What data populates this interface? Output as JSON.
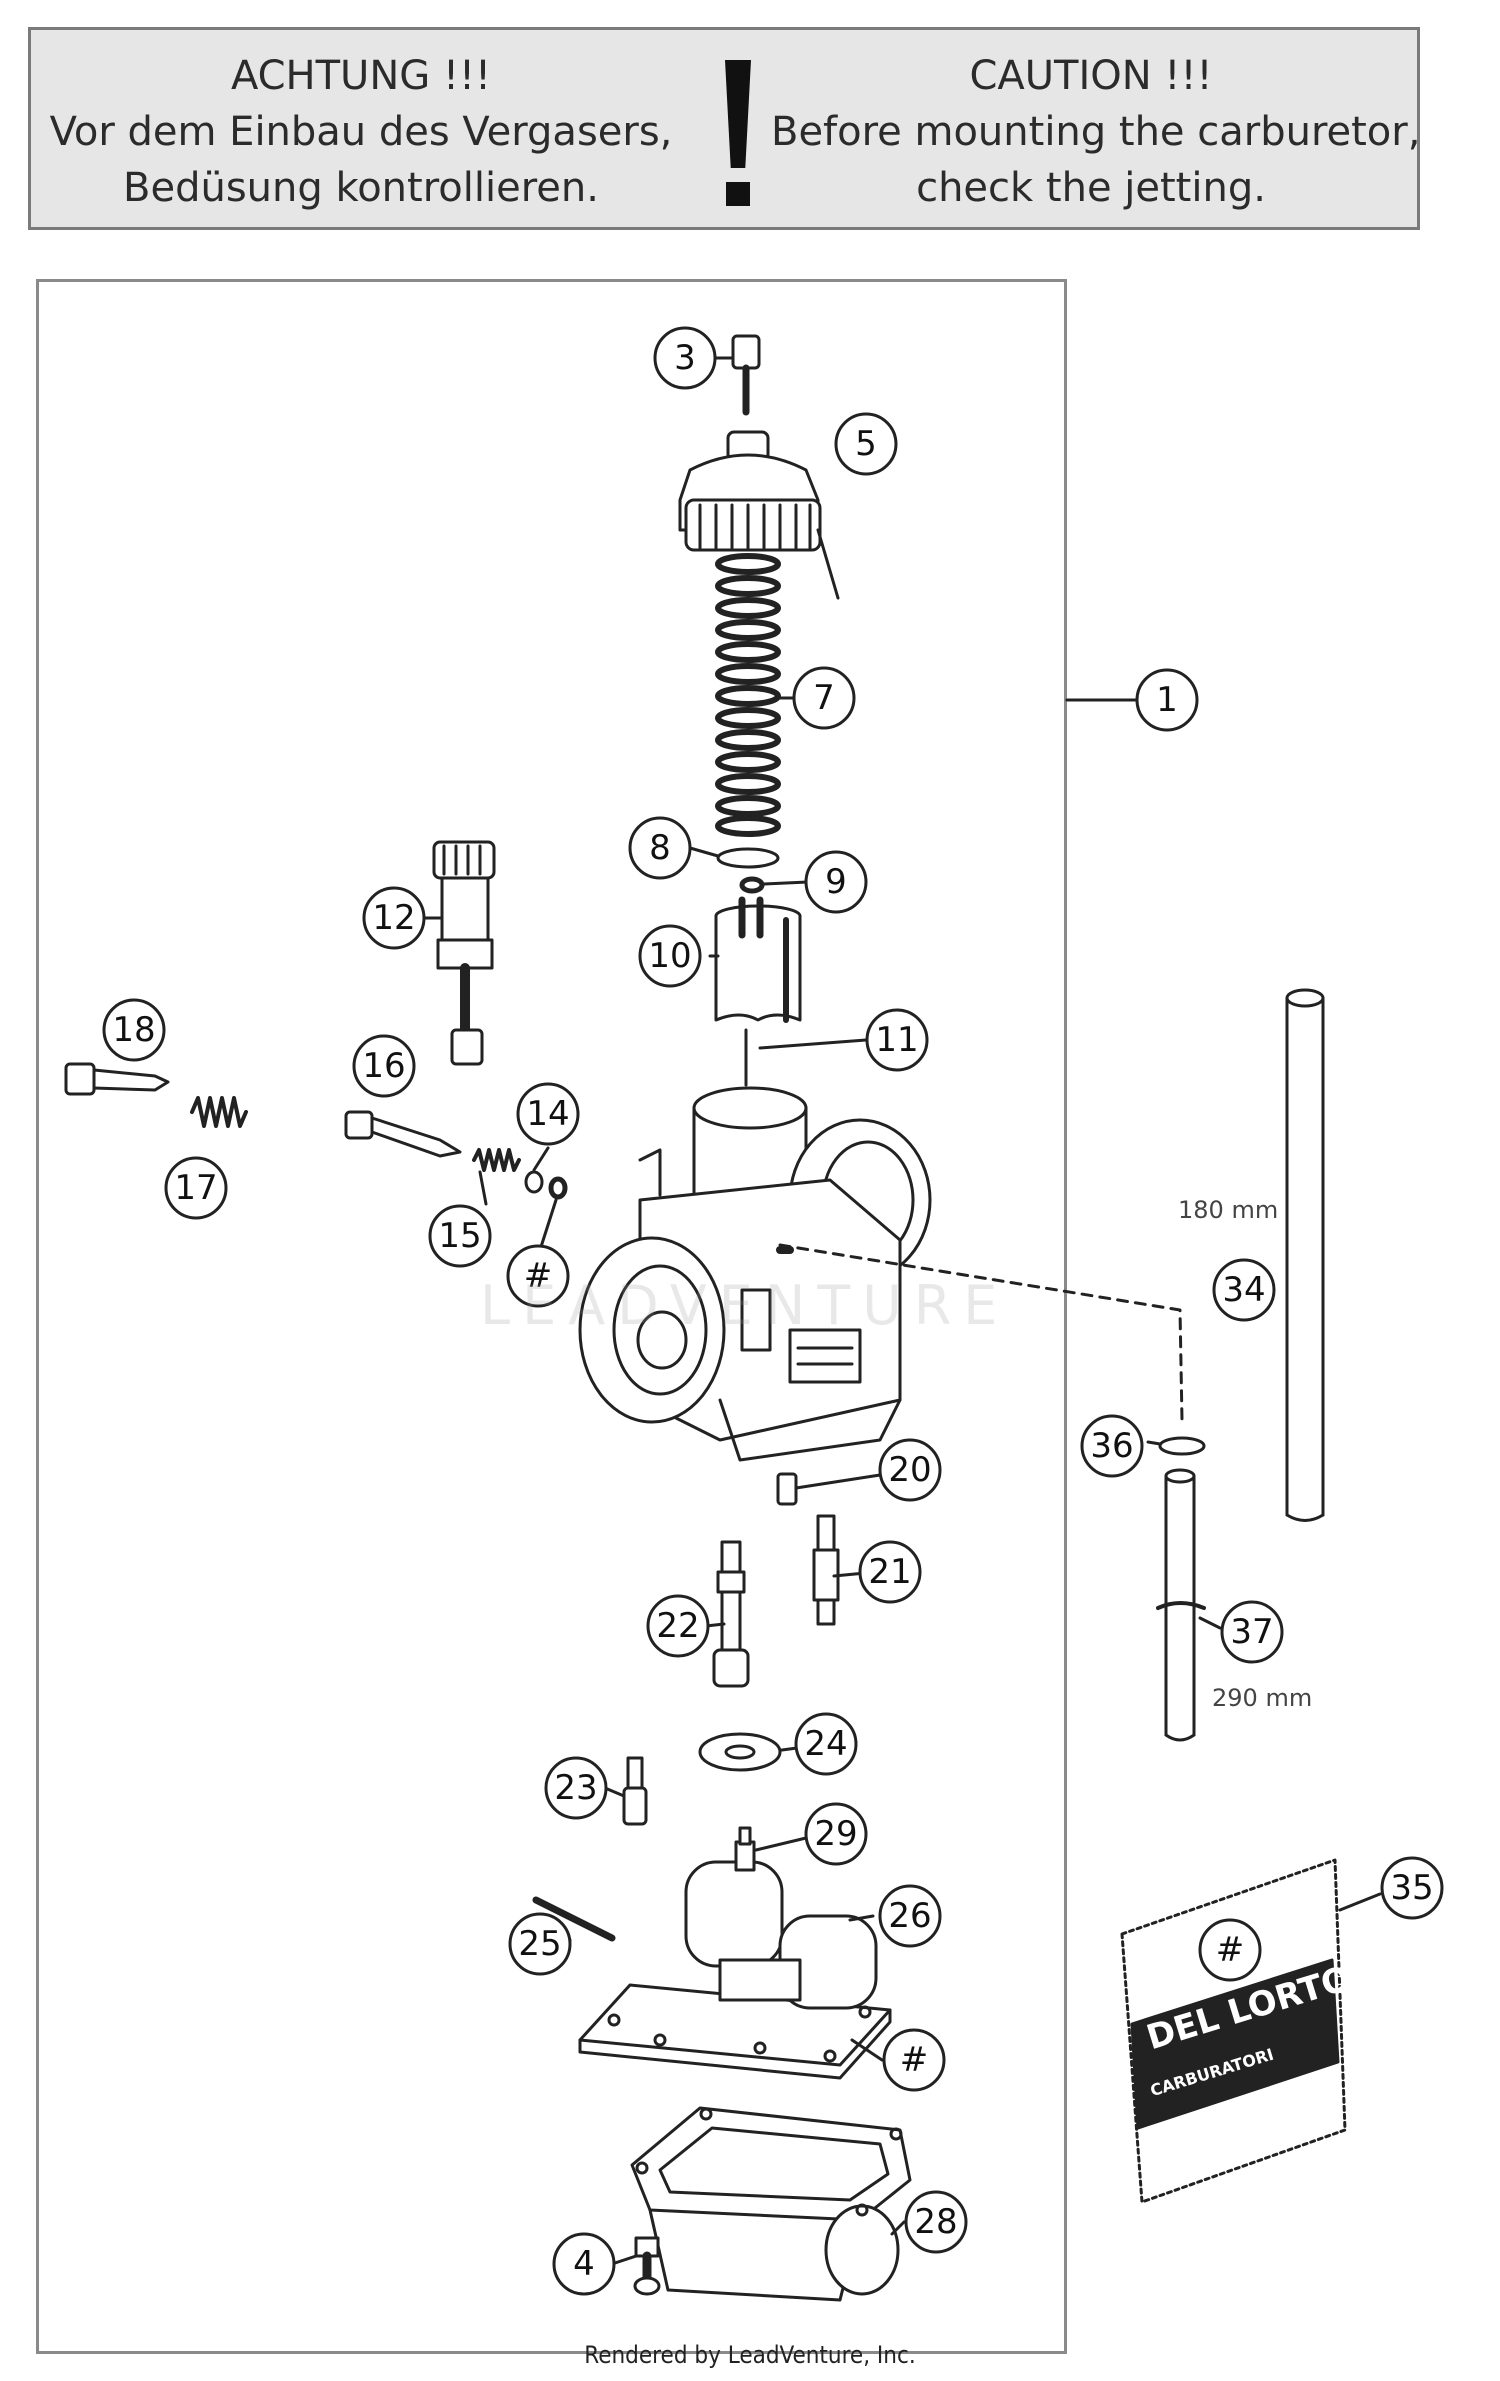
{
  "caution": {
    "de": [
      "ACHTUNG !!!",
      "Vor dem Einbau des Vergasers,",
      "Bedüsung kontrollieren."
    ],
    "en": [
      "CAUTION !!!",
      "Before mounting the carburetor,",
      "check the jetting."
    ]
  },
  "callouts": {
    "c1": "1",
    "c3": "3",
    "c4": "4",
    "c5": "5",
    "c7": "7",
    "c8": "8",
    "c9": "9",
    "c10": "10",
    "c11": "11",
    "c12": "12",
    "c14": "14",
    "c15": "15",
    "c16": "16",
    "c17": "17",
    "c18": "18",
    "c20": "20",
    "c21": "21",
    "c22": "22",
    "c23": "23",
    "c24": "24",
    "c25": "25",
    "c26": "26",
    "c28": "28",
    "c29": "29",
    "c34": "34",
    "c35": "35",
    "c36": "36",
    "c37": "37",
    "hash1": "#",
    "hash2": "#",
    "hash3": "#"
  },
  "dimensions": {
    "hose34": "180 mm",
    "hose37": "290 mm"
  },
  "packet": {
    "brand": "DEL LORTO",
    "sub": "CARBURATORI"
  },
  "watermark": "LEADVENTURE",
  "footer": "Rendered by LeadVenture, Inc."
}
